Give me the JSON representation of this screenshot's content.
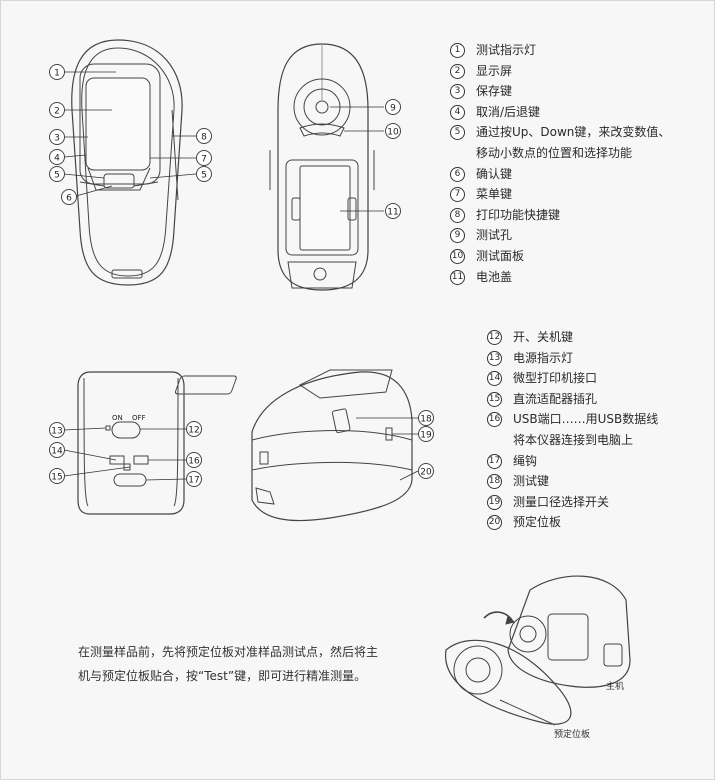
{
  "legend_top": [
    {
      "n": "1",
      "text": "测试指示灯"
    },
    {
      "n": "2",
      "text": "显示屏"
    },
    {
      "n": "3",
      "text": "保存键"
    },
    {
      "n": "4",
      "text": "取消/后退键"
    },
    {
      "n": "5",
      "text": "通过按Up、Down键，来改变数值、"
    },
    {
      "n": "",
      "text": "移动小数点的位置和选择功能"
    },
    {
      "n": "6",
      "text": "确认键"
    },
    {
      "n": "7",
      "text": "菜单键"
    },
    {
      "n": "8",
      "text": "打印功能快捷键"
    },
    {
      "n": "9",
      "text": "测试孔"
    },
    {
      "n": "10",
      "text": "测试面板"
    },
    {
      "n": "11",
      "text": "电池盖"
    }
  ],
  "legend_bottom": [
    {
      "n": "12",
      "text": "开、关机键"
    },
    {
      "n": "13",
      "text": "电源指示灯"
    },
    {
      "n": "14",
      "text": "微型打印机接口"
    },
    {
      "n": "15",
      "text": "直流适配器插孔"
    },
    {
      "n": "16",
      "text": "USB端口……用USB数据线"
    },
    {
      "n": "",
      "text": "将本仪器连接到电脑上"
    },
    {
      "n": "17",
      "text": "绳钩"
    },
    {
      "n": "18",
      "text": "测试键"
    },
    {
      "n": "19",
      "text": "测量口径选择开关"
    },
    {
      "n": "20",
      "text": "预定位板"
    }
  ],
  "device_labels": {
    "on": "ON",
    "off": "OFF"
  },
  "paragraph": "在测量样品前，先将预定位板对准样品测试点，然后将主机与预定位板贴合，按“Test”键，即可进行精准测量。",
  "captions": {
    "main_unit": "主机",
    "plate": "预定位板"
  },
  "callouts": {
    "c1": "1",
    "c2": "2",
    "c3": "3",
    "c4": "4",
    "c5a": "5",
    "c5b": "5",
    "c6": "6",
    "c7": "7",
    "c8": "8",
    "c9": "9",
    "c10": "10",
    "c11": "11",
    "c12": "12",
    "c13": "13",
    "c14": "14",
    "c15": "15",
    "c16": "16",
    "c17": "17",
    "c18": "18",
    "c19": "19",
    "c20": "20"
  }
}
